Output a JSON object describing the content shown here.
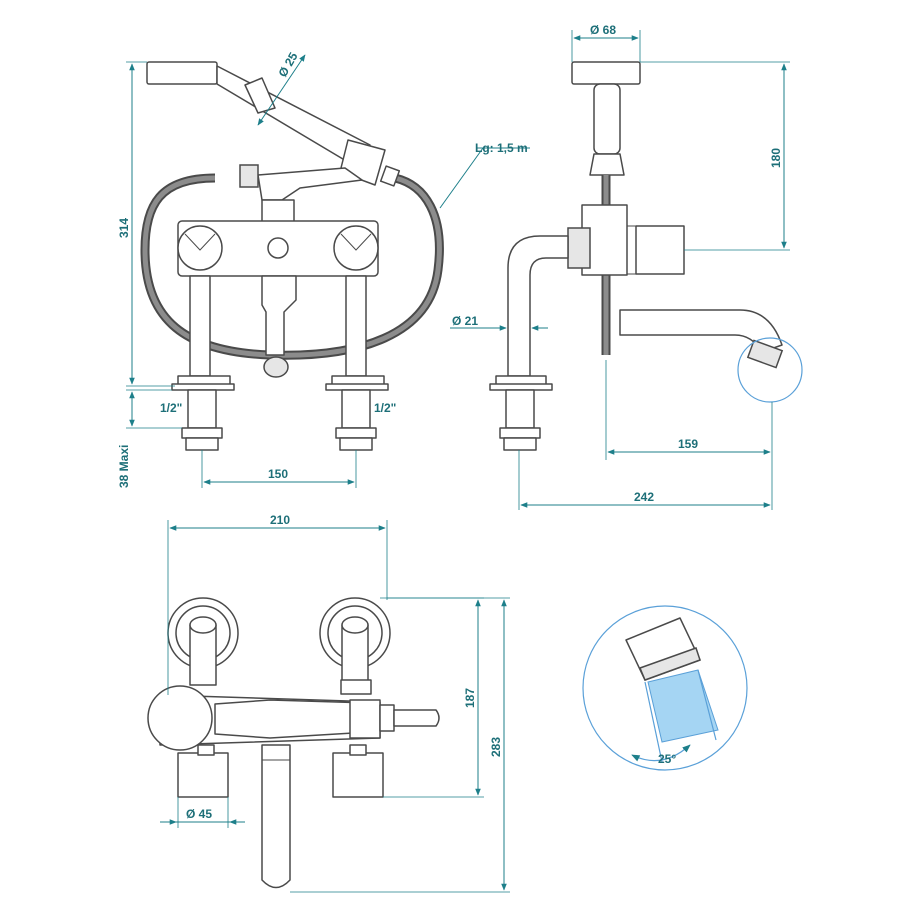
{
  "colors": {
    "dimension": "#1d7f8a",
    "outline": "#4a4a4a",
    "spray_detail": "#5aa0d8",
    "spray_fill": "#8ecaf0"
  },
  "dimensions": {
    "shower_head_dia": "Ø 25",
    "hose_length": "Lg: 1,5 m",
    "total_height": "314",
    "thread_left": "1/2\"",
    "thread_right": "1/2\"",
    "deck_max": "38 Maxi",
    "center_distance": "150",
    "head_width": "Ø 68",
    "head_height": "180",
    "inlet_dia": "Ø 21",
    "spout_reach": "159",
    "overall_depth": "242",
    "top_width": "210",
    "body_height": "187",
    "top_total_height": "283",
    "base_dia": "Ø 45",
    "spray_angle": "25°"
  }
}
